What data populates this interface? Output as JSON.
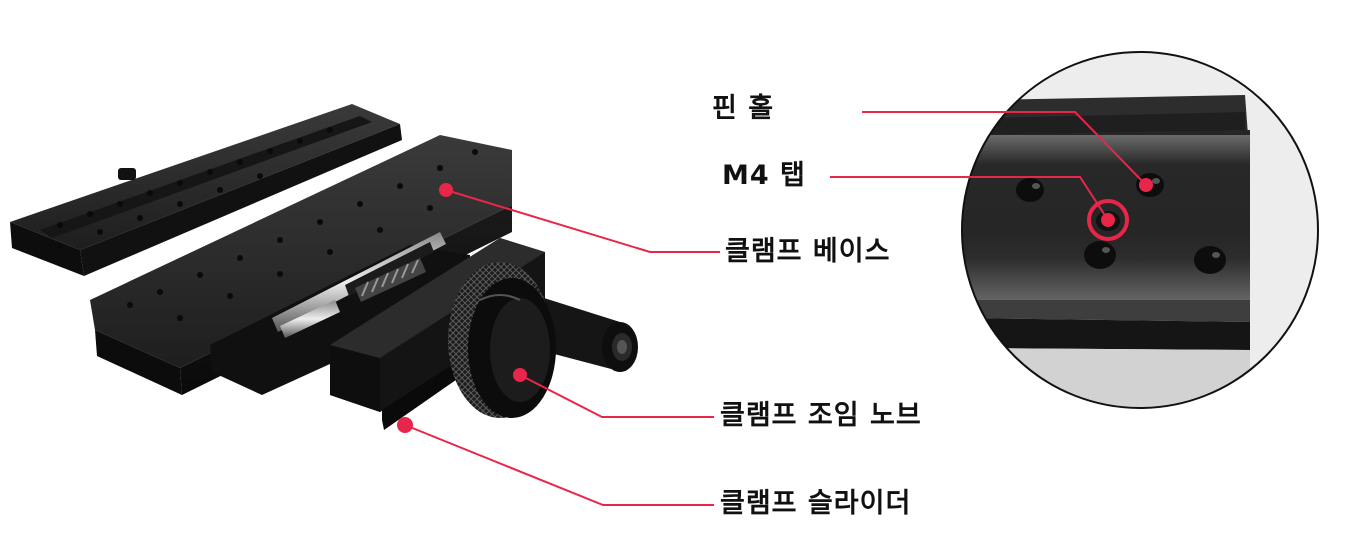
{
  "labels": {
    "pin_hole": "핀 홀",
    "m4_tap": "M4 탭",
    "clamp_base": "클램프 베이스",
    "clamp_knob": "클램프 조임 노브",
    "clamp_slider": "클램프 슬라이더"
  },
  "colors": {
    "callout": "#e8264a",
    "metal_dark": "#1a1a1a",
    "metal_mid": "#2e2e2e",
    "highlight": "#4a4a4a"
  }
}
